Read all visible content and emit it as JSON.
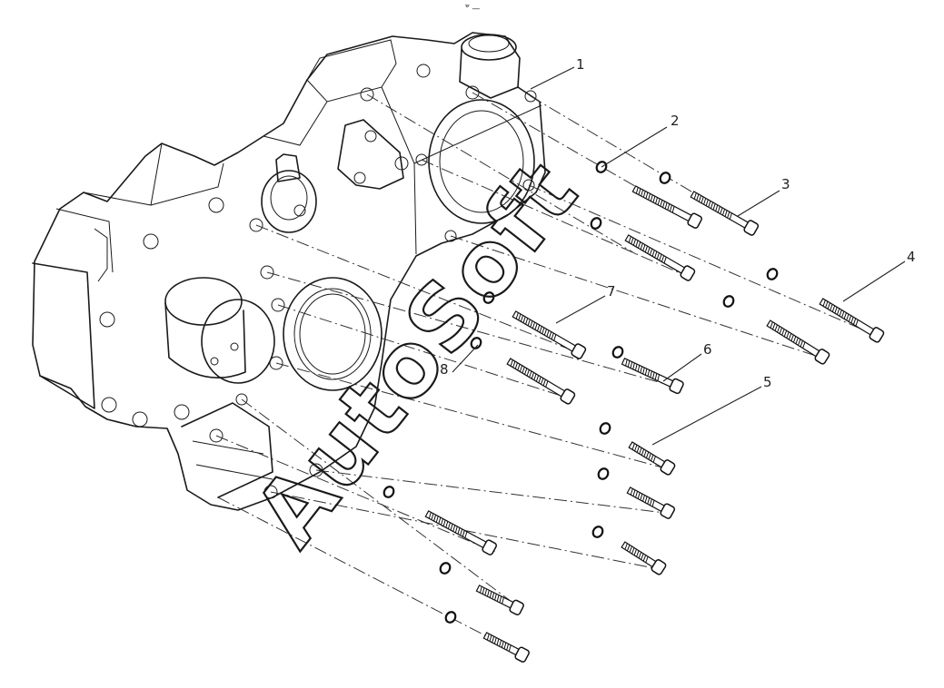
{
  "header_mark": "°̅ —",
  "callouts": [
    {
      "label": "1"
    },
    {
      "label": "2"
    },
    {
      "label": "3"
    },
    {
      "label": "4"
    },
    {
      "label": "5"
    },
    {
      "label": "6"
    },
    {
      "label": "7"
    },
    {
      "label": "8"
    }
  ],
  "watermark": "AutoSoft"
}
